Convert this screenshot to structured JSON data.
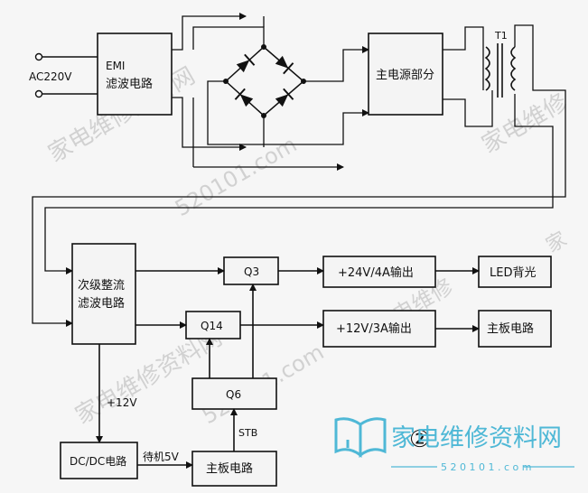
{
  "input_label": "AC220V",
  "blocks": {
    "emi_line1": "EMI",
    "emi_line2": "滤波电路",
    "main_power": "主电源部分",
    "transformer": "T1",
    "secondary_line1": "次级整流",
    "secondary_line2": "滤波电路",
    "q3": "Q3",
    "q14": "Q14",
    "q6": "Q6",
    "out24": "+24V/4A输出",
    "out12": "+12V/3A输出",
    "led": "LED背光",
    "mainboard": "主板电路",
    "dcdc": "DC/DC电路",
    "mainboard_bottom": "主板电路"
  },
  "labels": {
    "plus12v": "+12V",
    "standby5v": "待机5V",
    "stb": "STB",
    "figure_no": "②"
  },
  "watermark": {
    "cn": "家电维修资料网",
    "url": "520101.com",
    "logo_text": "家电维修资料网",
    "logo_url": "5 2 0 1 0 1 . c o m",
    "logo_color": "#4fb8d6"
  }
}
